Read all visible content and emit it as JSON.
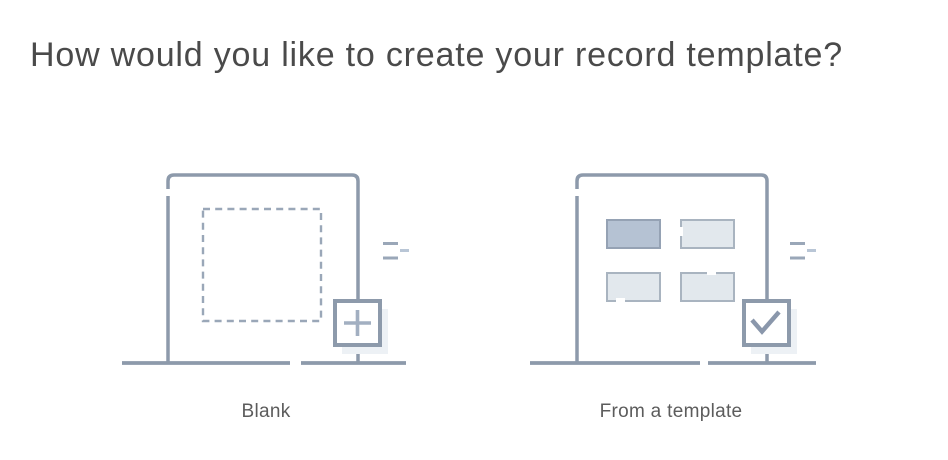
{
  "page": {
    "title": "How would you like to create your record template?"
  },
  "options": [
    {
      "id": "blank",
      "label": "Blank",
      "icon": "plus-icon"
    },
    {
      "id": "from-template",
      "label": "From a template",
      "icon": "check-icon"
    }
  ],
  "colors": {
    "heading_text": "#4a4a4a",
    "label_text": "#5c5c5c",
    "line": "#8d9aab",
    "line_soft": "#9aa7b8",
    "line_faint": "#b9c6d6",
    "plus_stroke": "#a2afc1",
    "check_stroke": "#8a97ab",
    "shadow": "#edf1f5",
    "rect_dark_fill": "#b5c2d3",
    "rect_dark_border": "#95a2b4",
    "rect_pale_fill": "#e2e8ed",
    "rect_pale_border": "#a9b4c0",
    "background": "#ffffff"
  }
}
